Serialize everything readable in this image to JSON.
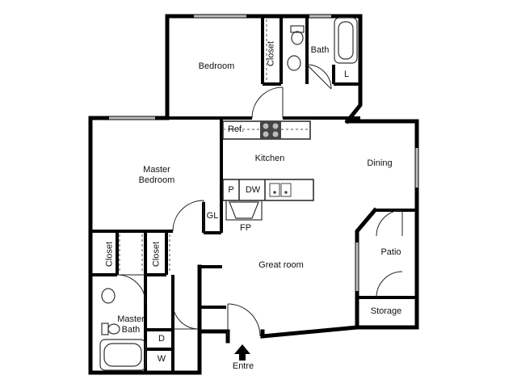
{
  "rooms": {
    "bedroom": "Bedroom",
    "bath": "Bath",
    "closet_top": "Closet",
    "laundry_l": "L",
    "ref": "Ref.",
    "kitchen": "Kitchen",
    "dining": "Dining",
    "master_bedroom": "Master\nBedroom",
    "pantry": "P",
    "dishwasher": "DW",
    "gl": "GL",
    "fp": "FP",
    "closet_left": "Closet",
    "closet_mid": "Closet",
    "great_room": "Great room",
    "patio": "Patio",
    "storage": "Storage",
    "master_bath": "Master\nBath",
    "dryer": "D",
    "washer": "W",
    "entry": "Entre"
  },
  "colors": {
    "wall": "#000000",
    "thin": "#222222",
    "window": "#bfbfbf",
    "appliance": "#555555"
  },
  "icons": [
    "entry-arrow-icon",
    "stove-icon",
    "sink-icon",
    "toilet-icon",
    "bathtub-icon",
    "door-swing-icon"
  ]
}
